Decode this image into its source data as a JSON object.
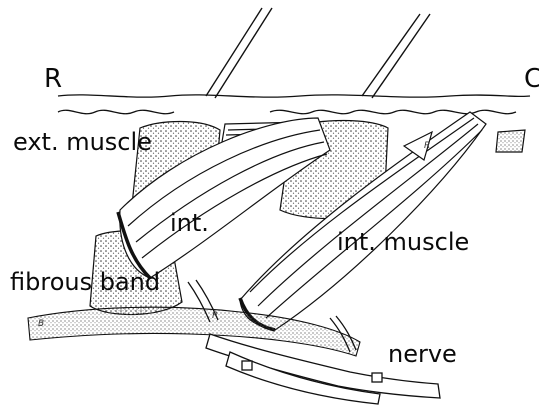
{
  "labels": {
    "R": "R",
    "C": "C",
    "ext_muscle": "ext. muscle",
    "int": "int.",
    "int_muscle": "int. muscle",
    "fibrous_band": "fibrous band",
    "nerve": "nerve",
    "R_small": "R",
    "B_small": "B",
    "P_small": "P"
  },
  "colors": {
    "ink": "#0a0a0a",
    "paper": "#ffffff",
    "stipple": "#3a3a3a"
  }
}
